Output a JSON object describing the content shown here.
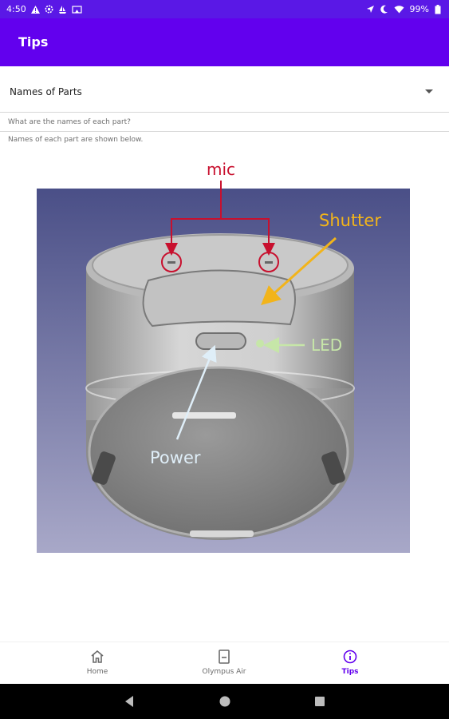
{
  "status_bar": {
    "time": "4:50",
    "battery": "99%",
    "background": "#5a18e6"
  },
  "app_bar": {
    "title": "Tips",
    "background": "#6200ee"
  },
  "dropdown": {
    "selected": "Names of Parts"
  },
  "question": "What are the names of each part?",
  "answer": "Names of each part are shown below.",
  "figure": {
    "labels": {
      "mic": "mic",
      "shutter": "Shutter",
      "led": "LED",
      "power": "Power"
    },
    "colors": {
      "mic": "#c8102e",
      "shutter": "#f2b41a",
      "led": "#c6e6a8",
      "power": "#dfeef8"
    }
  },
  "bottom_nav": {
    "items": [
      {
        "label": "Home",
        "icon": "home-icon",
        "active": false
      },
      {
        "label": "Olympus Air",
        "icon": "device-icon",
        "active": false
      },
      {
        "label": "Tips",
        "icon": "info-icon",
        "active": true
      }
    ],
    "active_color": "#6200ee"
  }
}
